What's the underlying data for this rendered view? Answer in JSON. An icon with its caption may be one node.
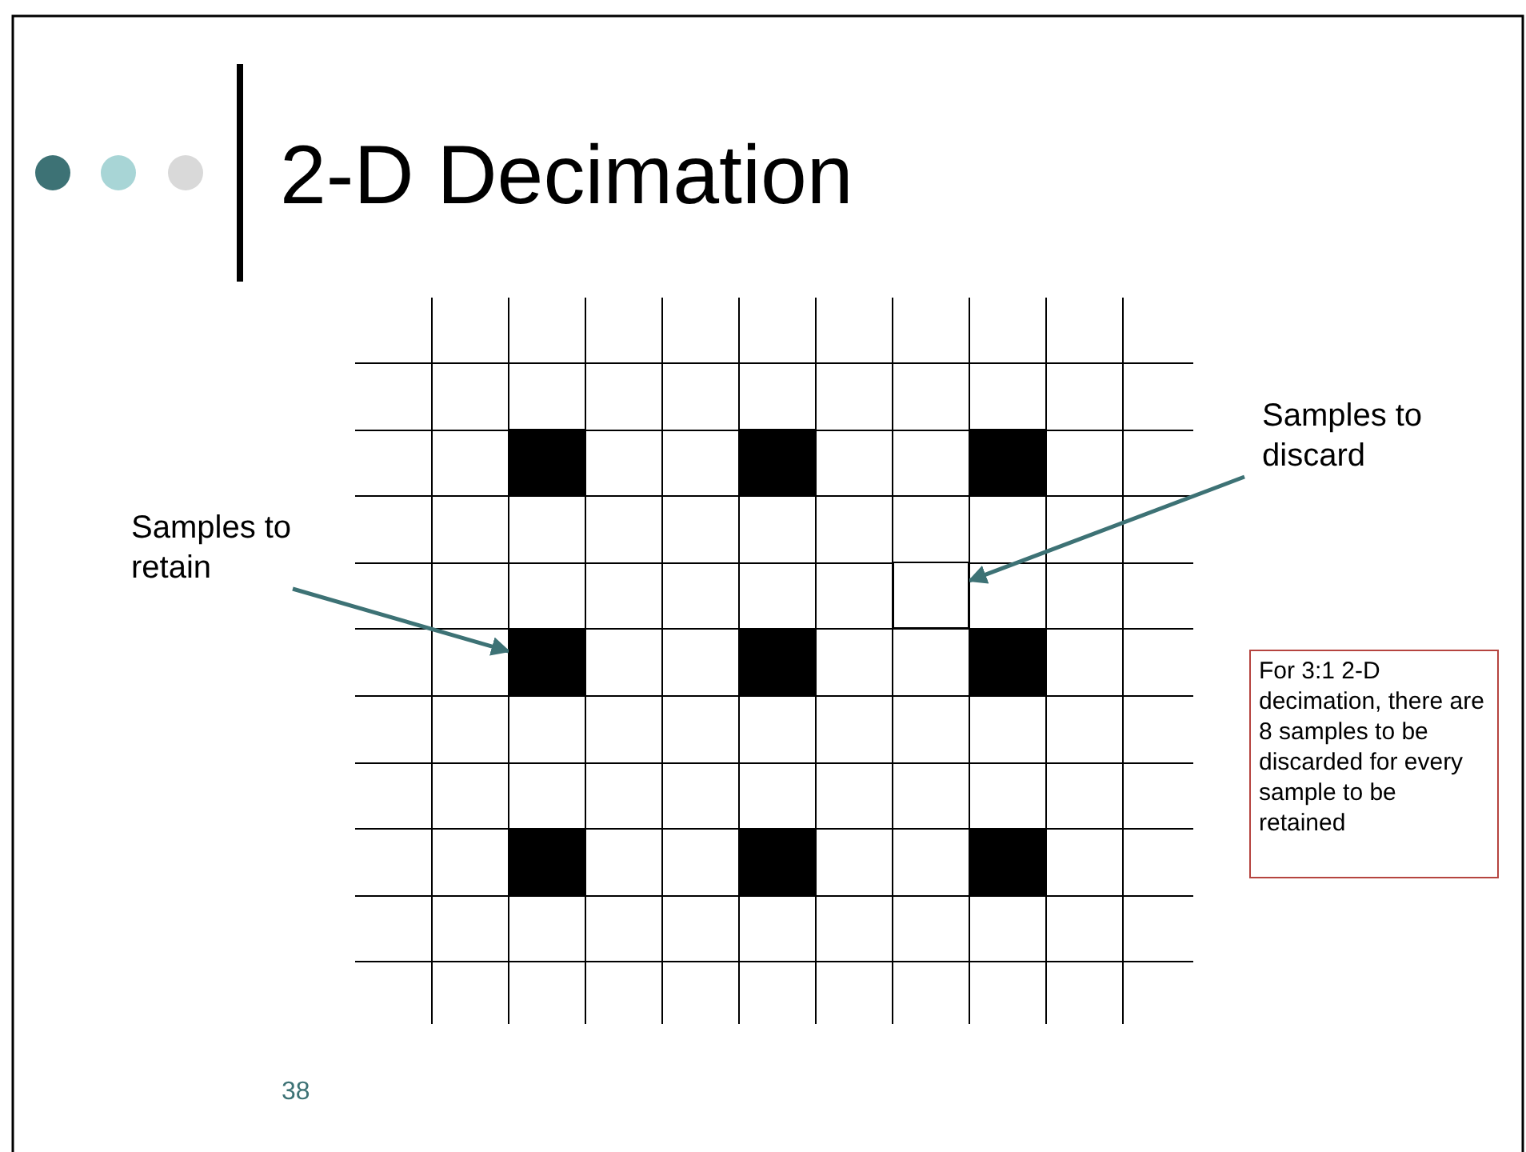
{
  "diagram": {
    "title": "2-D Decimation",
    "nodes": [
      {
        "text": [
          "Samples to retain"
        ]
      },
      {
        "text": [],
        "shape": "box"
      },
      {
        "text": [
          "Samples to discard"
        ]
      },
      {
        "text": [],
        "shape": "box"
      },
      {
        "text": [
          "For 3:1 2-D decimation, there are 8 samples to be discarded for every sample to be retained"
        ]
      }
    ],
    "edges": [
      {
        "from": 0,
        "to": 1,
        "arrow": "to"
      },
      {
        "from": 2,
        "to": 3,
        "arrow": "to"
      }
    ],
    "labels": [
      "38"
    ]
  }
}
